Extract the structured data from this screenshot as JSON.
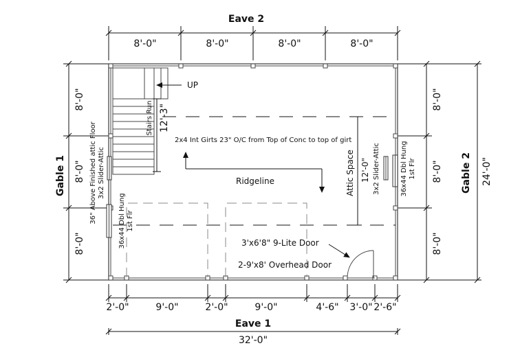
{
  "labels": {
    "eave_top": "Eave 2",
    "eave_bottom": "Eave 1",
    "gable_left": "Gable 1",
    "gable_right": "Gable 2",
    "up": "UP",
    "stairs_run": "Stairs Run",
    "stairs_run_length": "12'-3\"",
    "girts_note": "2x4 Int Girts 23\" O/C from Top of Conc to top of girt",
    "ridgeline": "Ridgeline",
    "attic_space": "Attic Space",
    "attic_width": "12'-0\"",
    "slider_left_line1": "36\" Above Finished attic Floor",
    "slider_left_line2": "3x2 Slider-Attic",
    "window_left_line1": "36x44 Dbl Hung",
    "window_left_line2": "1st Flr",
    "slider_right": "3x2 Slider-Attic",
    "window_right_line1": "36x44 Dbl Hung",
    "window_right_line2": "1st Flr",
    "door_label": "3'x6'8\" 9-Lite Door",
    "overhead_label": "2-9'x8' Overhead Door"
  },
  "dims": {
    "top": [
      "8'-0\"",
      "8'-0\"",
      "8'-0\"",
      "8'-0\""
    ],
    "bottom": [
      "2'-0\"",
      "9'-0\"",
      "2'-0\"",
      "9'-0\"",
      "4'-6\"",
      "3'-0\"",
      "2'-6\""
    ],
    "bottom_total": "32'-0\"",
    "left": [
      "8'-0\"",
      "8'-0\"",
      "8'-0\""
    ],
    "right": [
      "8'-0\"",
      "8'-0\"",
      "8'-0\""
    ],
    "right_total": "24'-0\""
  }
}
